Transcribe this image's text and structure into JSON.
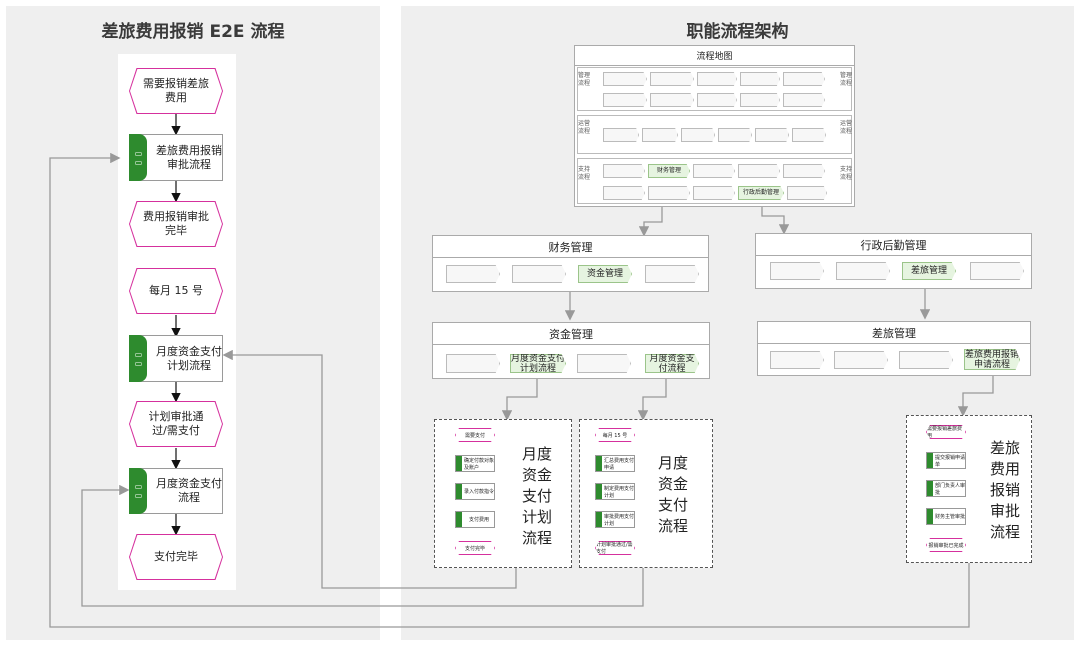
{
  "left_panel": {
    "title": "差旅费用报销 E2E 流程",
    "steps": [
      {
        "type": "event",
        "label": "需要报销差旅费用"
      },
      {
        "type": "process",
        "label": "差旅费用报销审批流程"
      },
      {
        "type": "event",
        "label": "费用报销审批完毕"
      },
      {
        "type": "event",
        "label": "每月 15 号"
      },
      {
        "type": "process",
        "label": "月度资金支付计划流程"
      },
      {
        "type": "event",
        "label": "计划审批通过/需支付"
      },
      {
        "type": "process",
        "label": "月度资金支付流程"
      },
      {
        "type": "event",
        "label": "支付完毕"
      }
    ]
  },
  "right_panel": {
    "title": "职能流程架构",
    "map": {
      "title": "流程地图",
      "rows": [
        {
          "label": "管理流程"
        },
        {
          "label": "运营流程"
        },
        {
          "label": "支持流程"
        }
      ],
      "highlight_finance": "财务管理",
      "highlight_admin": "行政后勤管理"
    },
    "finance": {
      "title": "财务管理",
      "highlight": "资金管理"
    },
    "admin": {
      "title": "行政后勤管理",
      "highlight": "差旅管理"
    },
    "capital": {
      "title": "资金管理",
      "highlight1": "月度资金支付计划流程",
      "highlight2": "月度资金支付流程"
    },
    "travel": {
      "title": "差旅管理",
      "highlight": "差旅费用报销申请流程"
    },
    "detail1": {
      "caption": "月度资金支付计划流程",
      "mini": [
        "需要支付",
        "确定付款对象及账户",
        "录入付款指令",
        "支付费用",
        "支付完毕"
      ]
    },
    "detail2": {
      "caption": "月度资金支付流程",
      "mini": [
        "每月 15 号",
        "汇总费用支付申请",
        "制定费用支付计划",
        "审批费用支付计划",
        "计划审批通过/需支付"
      ]
    },
    "detail3": {
      "caption": "差旅费用报销审批流程",
      "mini": [
        "需要报销差旅费用",
        "提交报销申请单",
        "部门负责人审批",
        "财务主管审批",
        "报销审批已完成"
      ]
    }
  },
  "colors": {
    "event_border": "#d5309d",
    "process_tab": "#2e8b2e",
    "panel_bg": "#efefef"
  }
}
